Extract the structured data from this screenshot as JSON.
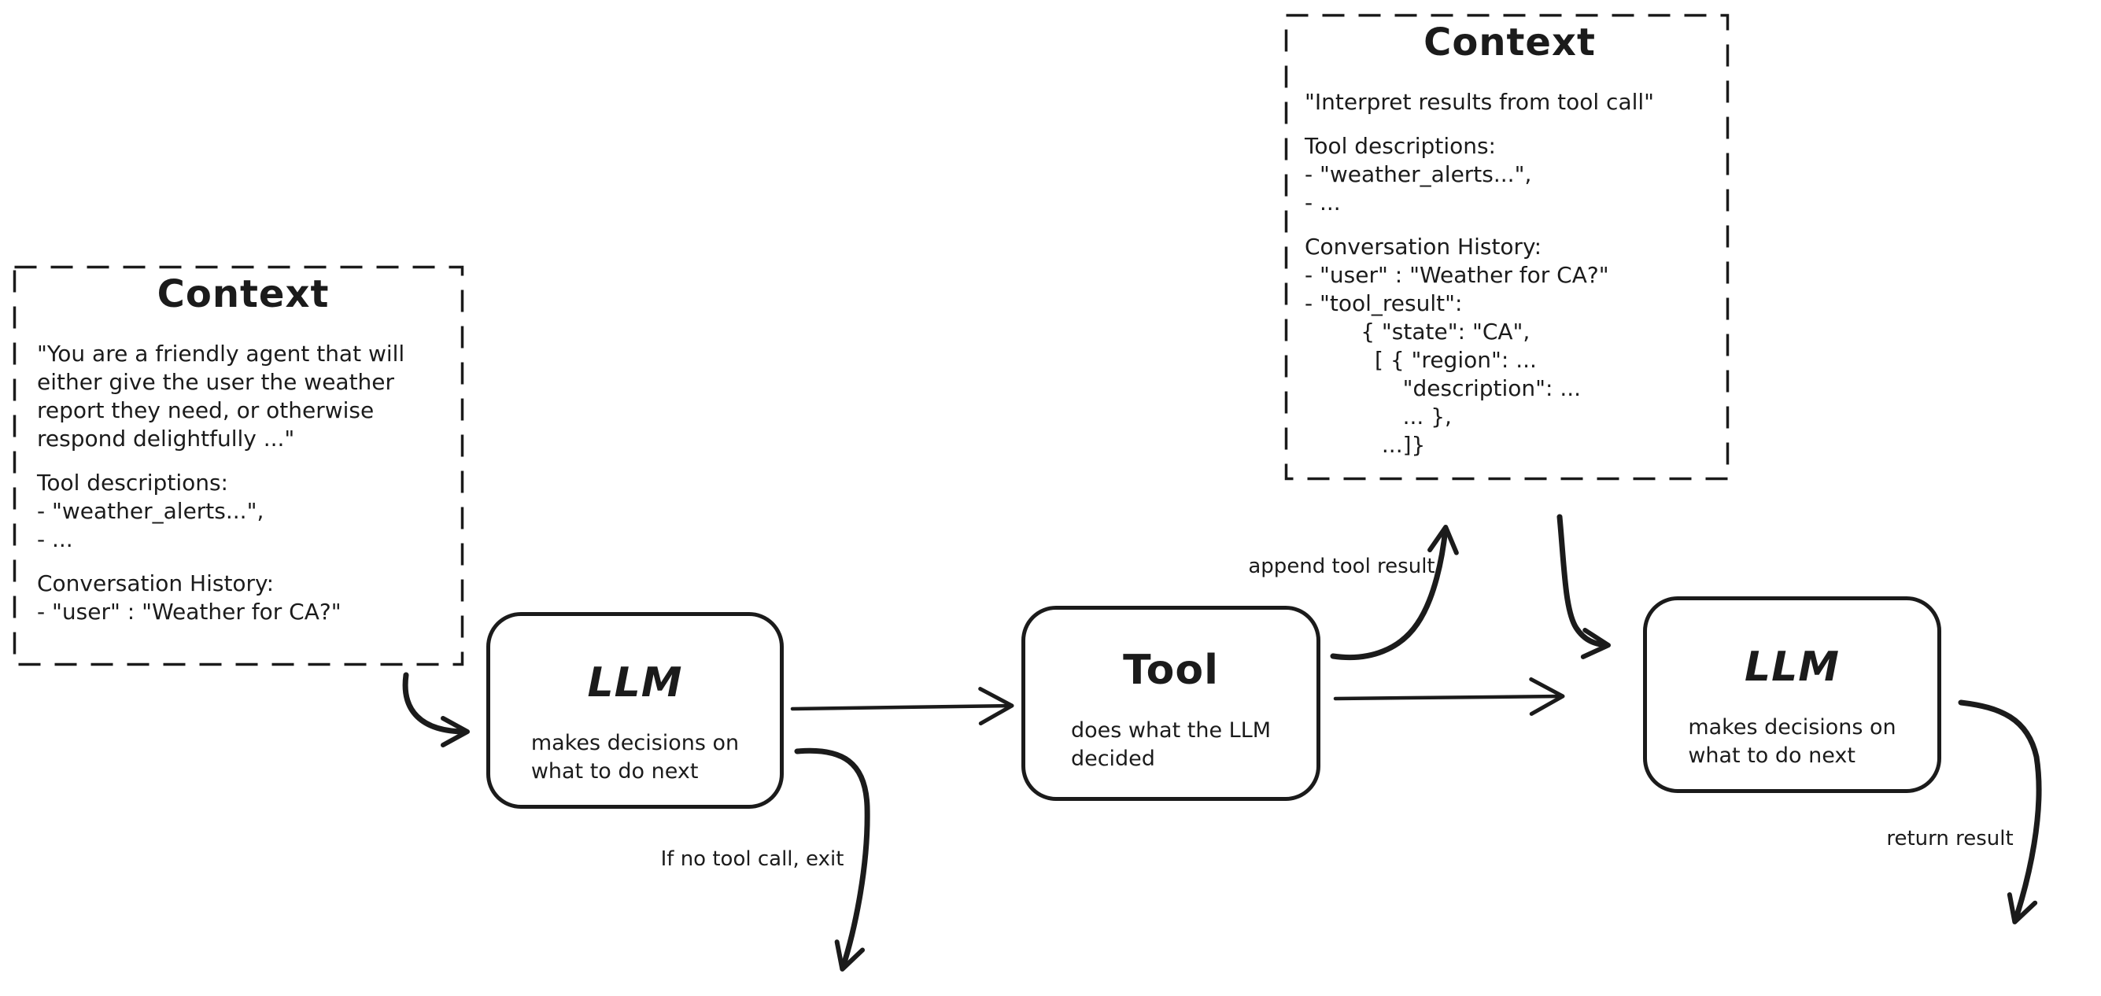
{
  "canvas": {
    "background_color": "#ffffff",
    "ink_color": "#1b1b1b"
  },
  "context_left": {
    "title": "Context",
    "p1": "\"You are a friendly agent that will\neither give the user the weather\nreport they need, or otherwise\nrespond delightfully ...\"",
    "p2": "Tool descriptions:\n- \"weather_alerts...\",\n- ...",
    "p3": "Conversation History:\n- \"user\" : \"Weather for CA?\""
  },
  "context_top_right": {
    "title": "Context",
    "p1": "\"Interpret results from tool call\"",
    "p2": "Tool descriptions:\n- \"weather_alerts...\",\n- ...",
    "p3": "Conversation History:\n- \"user\" : \"Weather for CA?\"\n- \"tool_result\":\n        { \"state\": \"CA\",\n          [ { \"region\": ...\n              \"description\": ...\n              ... },\n           ...]}"
  },
  "nodes": {
    "llm_first": {
      "title": "LLM",
      "subtitle": "makes decisions on\nwhat to do next"
    },
    "tool": {
      "title": "Tool",
      "subtitle": "does what the LLM\ndecided"
    },
    "llm_second": {
      "title": "LLM",
      "subtitle": "makes decisions on\nwhat to do next"
    }
  },
  "edge_labels": {
    "append_tool_result": "append tool result",
    "if_no_tool_call_exit": "If no tool call, exit",
    "return_result": "return result"
  }
}
